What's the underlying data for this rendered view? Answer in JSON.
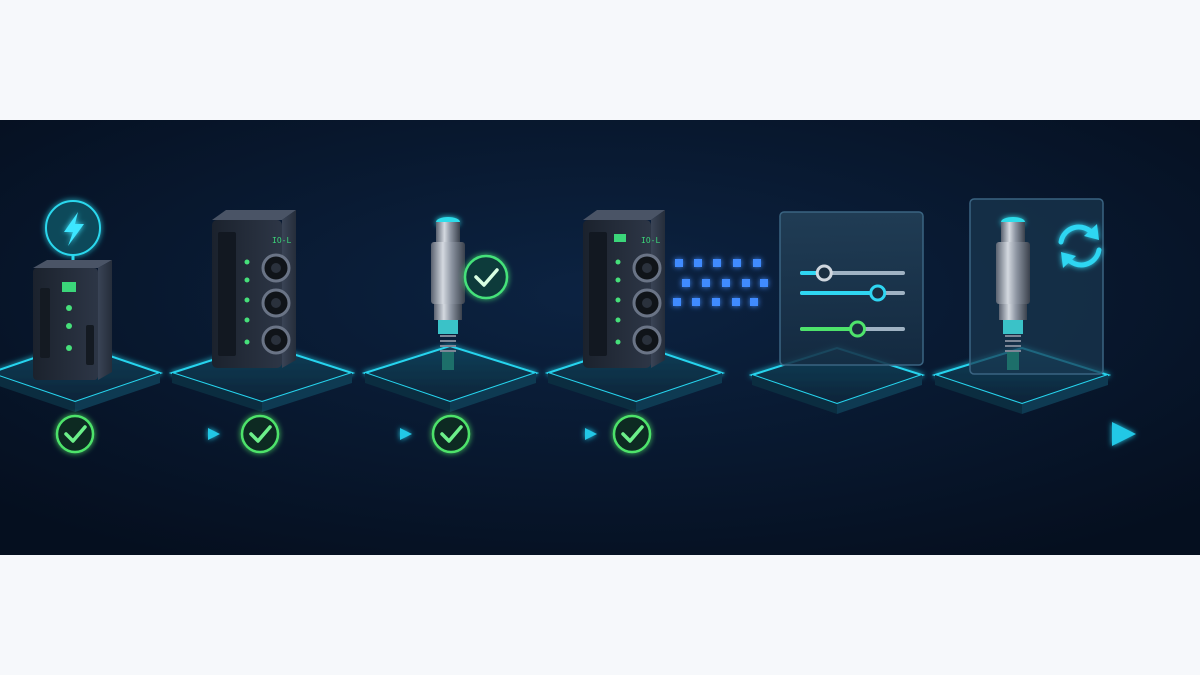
{
  "module_label": "IO-L",
  "stages": [
    {
      "name": "power",
      "status": "done"
    },
    {
      "name": "io-module",
      "status": "done"
    },
    {
      "name": "sensor",
      "status": "done"
    },
    {
      "name": "io-module-data",
      "status": "done"
    },
    {
      "name": "parameters",
      "status": "pending"
    },
    {
      "name": "sensor-sync",
      "status": "pending"
    }
  ],
  "sliders": [
    0.22,
    0.75,
    0.55
  ],
  "colors": {
    "bg": "#071428",
    "cyan": "#23d3ec",
    "green": "#4ee36b",
    "blue": "#3f8bff",
    "device": "#2b3444"
  }
}
